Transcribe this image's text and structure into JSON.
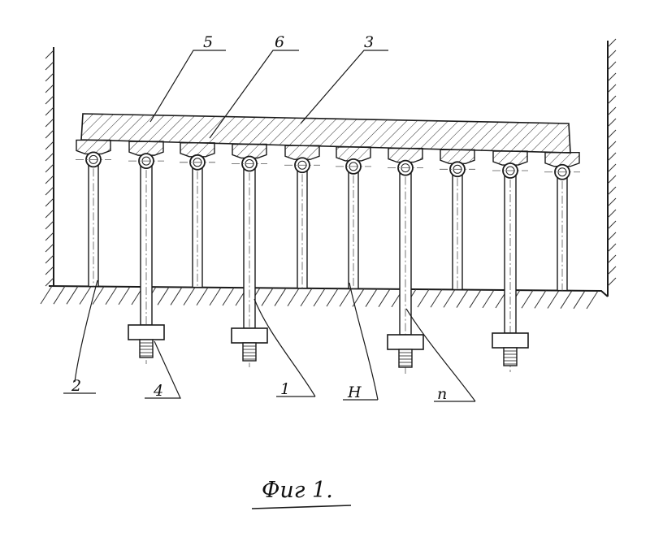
{
  "labels": {
    "beam": "3",
    "pad": "5",
    "ball": "6",
    "short_rod": "2",
    "nut": "4",
    "long_rod": "1",
    "h_mark": "Н",
    "p_mark": "п"
  },
  "caption": "Фиг 1.",
  "colors": {
    "ink": "#1a1a1a",
    "paper": "#ffffff"
  }
}
